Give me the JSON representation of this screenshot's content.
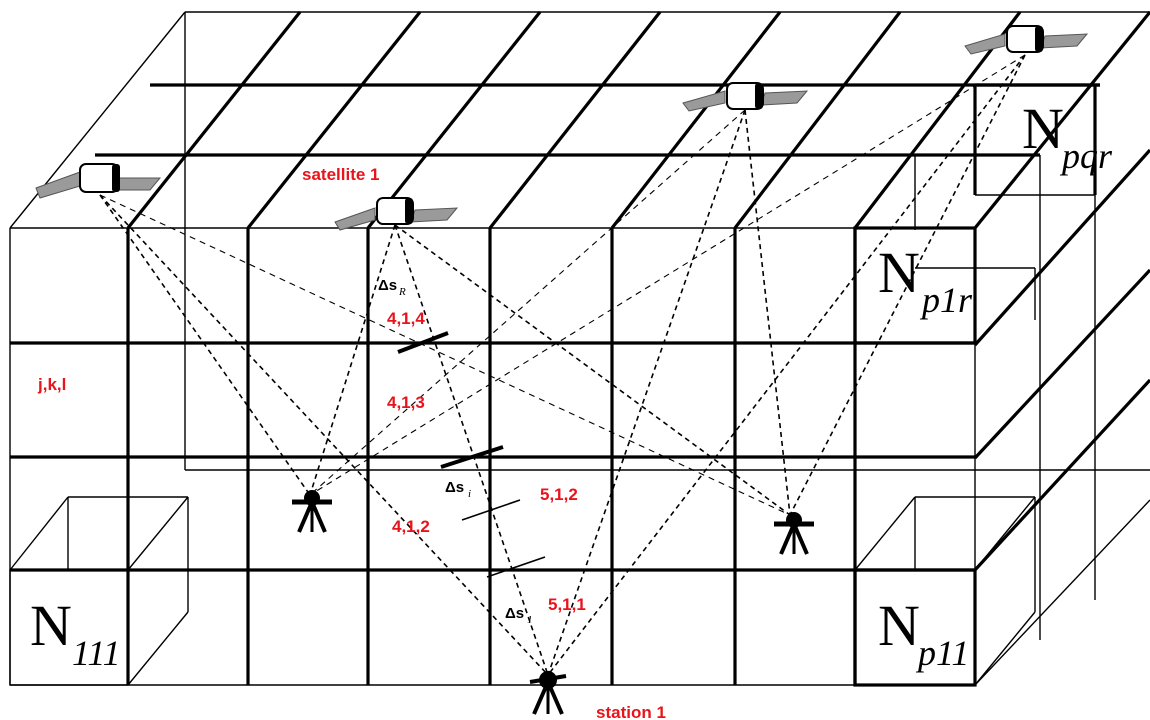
{
  "labels": {
    "satellite": "satellite 1",
    "station": "station 1",
    "cell_generic": "j,k,l",
    "cell_414": "4,1,4",
    "cell_413": "4,1,3",
    "cell_412": "4,1,2",
    "cell_512": "5,1,2",
    "cell_511": "5,1,1"
  },
  "path_segments": {
    "delta_symbol": "Δs",
    "sub_R": "R",
    "sub_i": "i",
    "sub_1": "1"
  },
  "nodes": {
    "N_letter": "N",
    "N111_sub": "111",
    "Np11_sub": "p11",
    "Np1r_sub": "p1r",
    "Npqr_sub": "pqr"
  },
  "colors": {
    "label_red": "#e8141b",
    "line": "#000000",
    "panel_gray": "#9a9a9a"
  }
}
